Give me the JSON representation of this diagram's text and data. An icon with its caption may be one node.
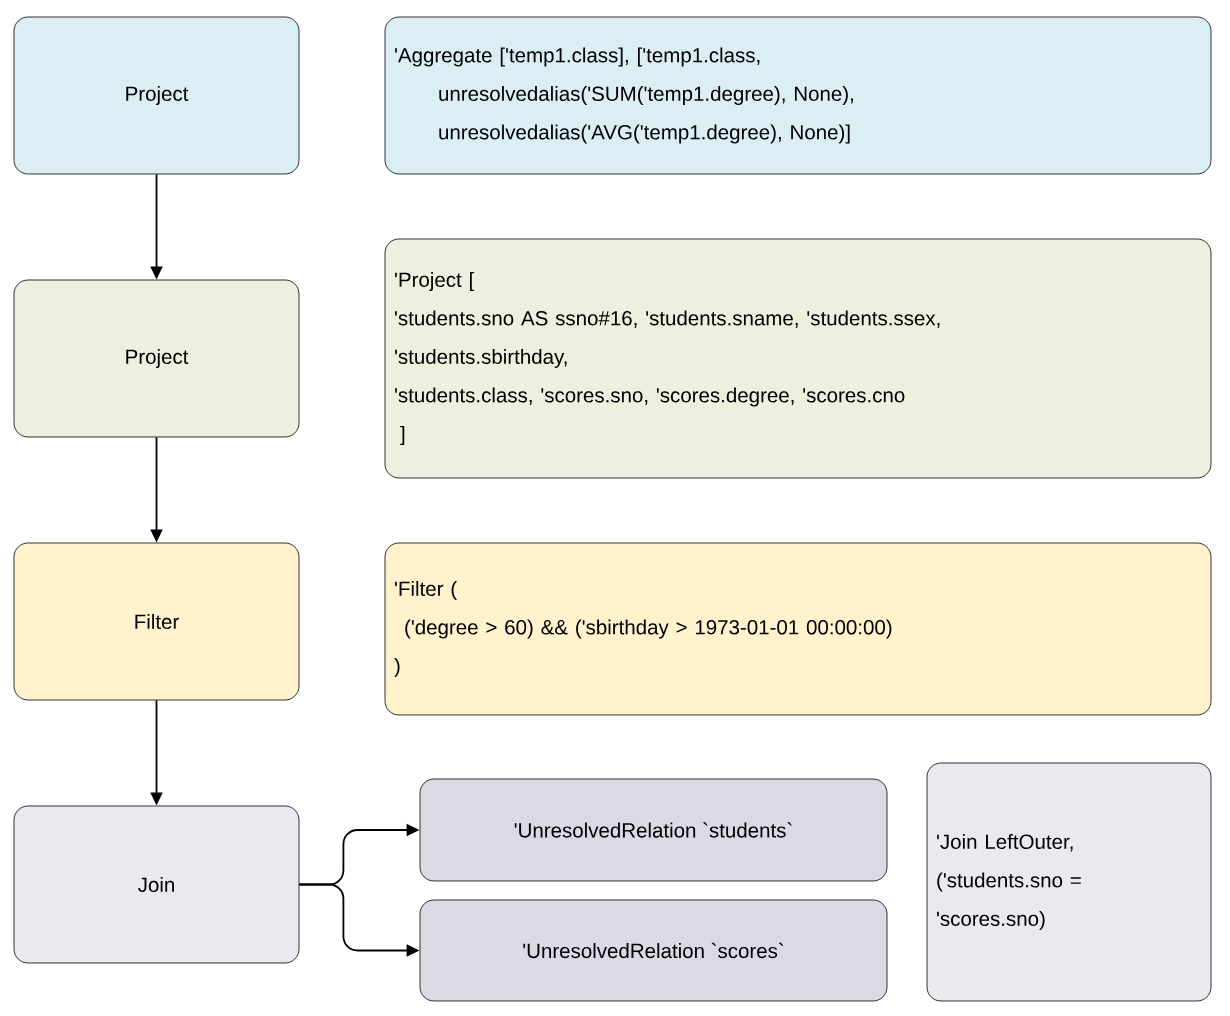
{
  "diagram": {
    "nodes": [
      {
        "text": [
          "Project"
        ]
      },
      {
        "text": [
          "'Aggregate ['temp1.class], ['temp1.class,",
          "unresolvedalias('SUM('temp1.degree), None),",
          "unresolvedalias('AVG('temp1.degree), None)]"
        ]
      },
      {
        "text": [
          "Project"
        ]
      },
      {
        "text": [
          "'Project [",
          "'students.sno AS ssno#16, 'students.sname, 'students.ssex,",
          "'students.sbirthday,",
          "'students.class, 'scores.sno, 'scores.degree, 'scores.cno",
          "]"
        ]
      },
      {
        "text": [
          "Filter"
        ]
      },
      {
        "text": [
          "'Filter (",
          "('degree > 60) && ('sbirthday > 1973-01-01 00:00:00)",
          ")"
        ]
      },
      {
        "text": [
          "Join"
        ]
      },
      {
        "text": [
          "'UnresolvedRelation `students`"
        ]
      },
      {
        "text": [
          "'UnresolvedRelation `scores`"
        ]
      },
      {
        "text": [
          "'Join LeftOuter,",
          "('students.sno =",
          "'scores.sno)"
        ]
      }
    ],
    "edges": [
      {
        "from": 0,
        "to": 2,
        "arrow": "to"
      },
      {
        "from": 2,
        "to": 4,
        "arrow": "to"
      },
      {
        "from": 4,
        "to": 6,
        "arrow": "to"
      },
      {
        "from": 6,
        "to": 7,
        "arrow": "to"
      },
      {
        "from": 6,
        "to": 8,
        "arrow": "to"
      }
    ]
  }
}
